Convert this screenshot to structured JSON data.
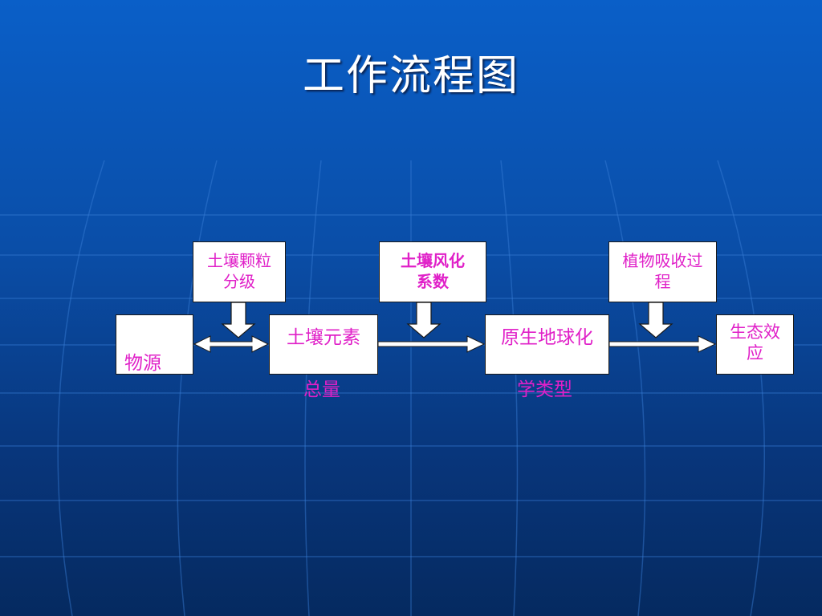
{
  "title": "工作流程图",
  "factors": {
    "grain": {
      "line1": "土壤颗粒",
      "line2": "分级"
    },
    "weathering": {
      "line1": "土壤风化",
      "line2": "系数"
    },
    "plant": {
      "line1": "植物吸收过",
      "line2": "程"
    }
  },
  "nodes": {
    "source": {
      "label": "物源"
    },
    "soil_total": {
      "line1": "土壤元素",
      "line2": "总量"
    },
    "geochem": {
      "line1": "原生地球化",
      "line2": "学类型"
    },
    "ecology": {
      "line1": "生态效",
      "line2": "应"
    }
  },
  "colors": {
    "label_text": "#e020c8",
    "box_fill": "#ffffff",
    "background_top": "#0a5fc8",
    "background_bottom": "#052a60"
  }
}
